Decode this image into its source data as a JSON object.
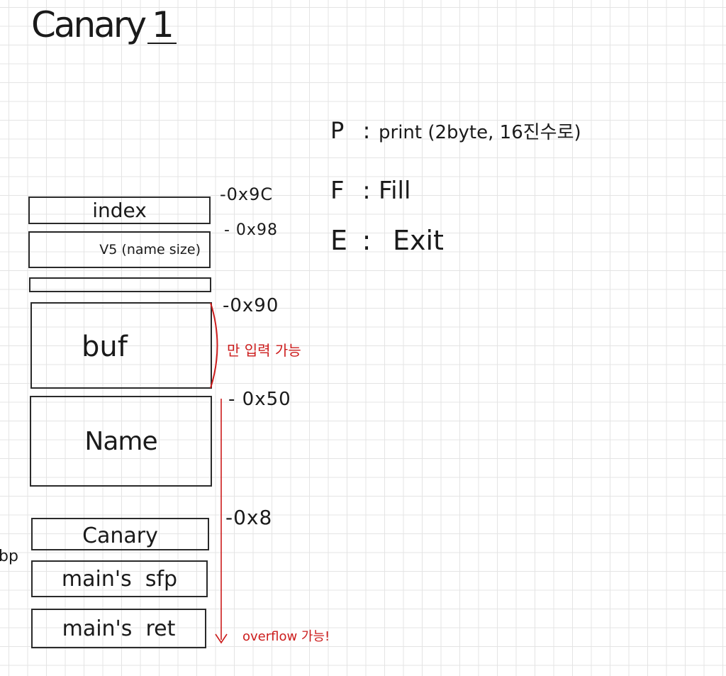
{
  "title": {
    "text": "Canary",
    "number": "1"
  },
  "legend": [
    {
      "key": "P",
      "sep": ":",
      "text": "print (2byte, 16진수로)"
    },
    {
      "key": "F",
      "sep": ":",
      "text": "Fill"
    },
    {
      "key": "E",
      "sep": ":",
      "text": "Exit"
    }
  ],
  "stack": {
    "blocks": [
      {
        "label": "index"
      },
      {
        "label": "V5 (name size)"
      },
      {
        "label": ""
      },
      {
        "label": "buf"
      },
      {
        "label": "Name"
      },
      {
        "label": "Canary"
      },
      {
        "label": "main's  sfp"
      },
      {
        "label": "main's  ret"
      }
    ],
    "offsets": [
      "-0x9C",
      "- 0x98",
      "-0x90",
      "- 0x50",
      "-0x8"
    ],
    "side_label": "bp"
  },
  "annotations": {
    "buf_note": "만 입력 가능",
    "overflow_note": "overflow 가능!"
  },
  "colors": {
    "ink": "#1a1a1a",
    "annotation": "#cc1c1c",
    "grid": "#e4e4e4"
  }
}
